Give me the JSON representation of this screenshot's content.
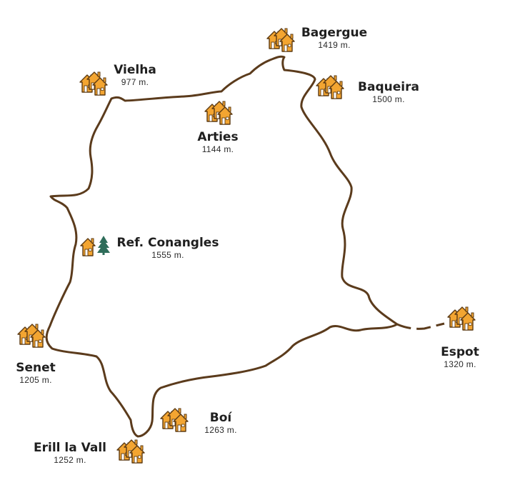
{
  "colors": {
    "route": "#5b3b1c",
    "house_fill": "#f3a531",
    "house_stroke": "#5c3a12",
    "tree": "#2f6d5a",
    "text": "#1f1f1f"
  },
  "places": {
    "bagergue": {
      "name": "Bagergue",
      "altitude": "1419 m.",
      "icon": "village-icon"
    },
    "vielha": {
      "name": "Vielha",
      "altitude": "977 m.",
      "icon": "village-icon"
    },
    "baqueira": {
      "name": "Baqueira",
      "altitude": "1500 m.",
      "icon": "village-icon"
    },
    "arties": {
      "name": "Arties",
      "altitude": "1144 m.",
      "icon": "village-icon"
    },
    "conangles": {
      "name": "Ref. Conangles",
      "altitude": "1555 m.",
      "icon": "refuge-icon"
    },
    "senet": {
      "name": "Senet",
      "altitude": "1205 m.",
      "icon": "village-icon"
    },
    "espot": {
      "name": "Espot",
      "altitude": "1320 m.",
      "icon": "village-icon"
    },
    "boi": {
      "name": "Boí",
      "altitude": "1263 m.",
      "icon": "village-icon"
    },
    "erill": {
      "name": "Erill  la Vall",
      "altitude": "1252 m.",
      "icon": "village-icon"
    }
  }
}
